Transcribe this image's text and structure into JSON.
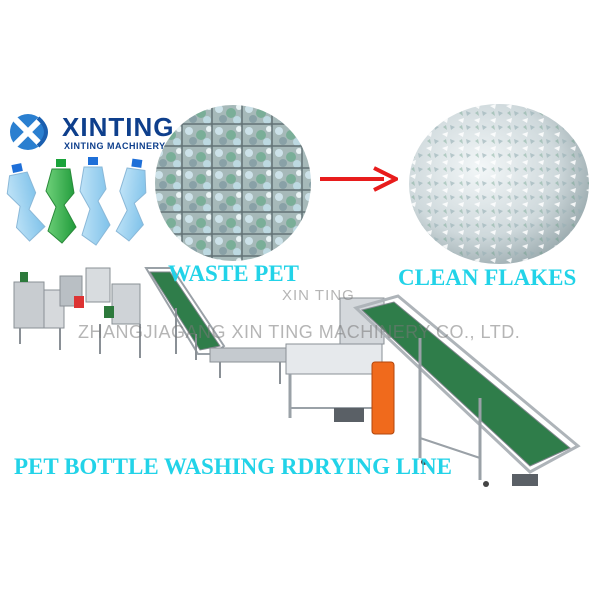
{
  "logo": {
    "name": "XINTING",
    "subtitle": "XINTING MACHINERY"
  },
  "labels": {
    "waste": "WASTE PET",
    "clean": "CLEAN FLAKES",
    "line": "PET BOTTLE WASHING RDRYING LINE"
  },
  "watermark": {
    "short": "XIN TING",
    "long": "ZHANGJIAGANG XIN TING MACHINERY CO., LTD."
  },
  "colors": {
    "label_cyan": "#22d3e8",
    "brand_blue": "#0e3f8c",
    "arrow_red": "#e81c1c",
    "conveyor_green": "#2f7d4a"
  }
}
